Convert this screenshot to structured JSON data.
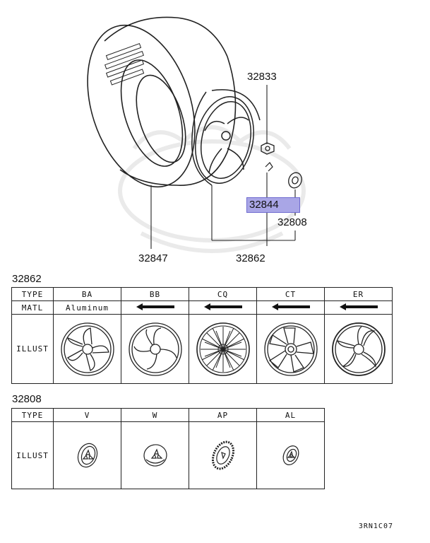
{
  "diagram": {
    "callouts": {
      "bolt": "32833",
      "highlighted": "32844",
      "cap": "32808",
      "tire": "32847",
      "wheel": "32862"
    }
  },
  "table_32862": {
    "title": "32862",
    "rows": {
      "type_label": "TYPE",
      "matl_label": "MATL",
      "illust_label": "ILLUST"
    },
    "types": [
      "BA",
      "BB",
      "CQ",
      "CT",
      "ER"
    ],
    "matl_first": "Aluminum"
  },
  "table_32808": {
    "title": "32808",
    "rows": {
      "type_label": "TYPE",
      "illust_label": "ILLUST"
    },
    "types": [
      "V",
      "W",
      "AP",
      "AL"
    ]
  },
  "footer_code": "3RN1C07",
  "colors": {
    "highlight": "#a9a6e6",
    "line": "#222222"
  },
  "icons": {
    "same_as_left": "left-arrow-icon"
  }
}
